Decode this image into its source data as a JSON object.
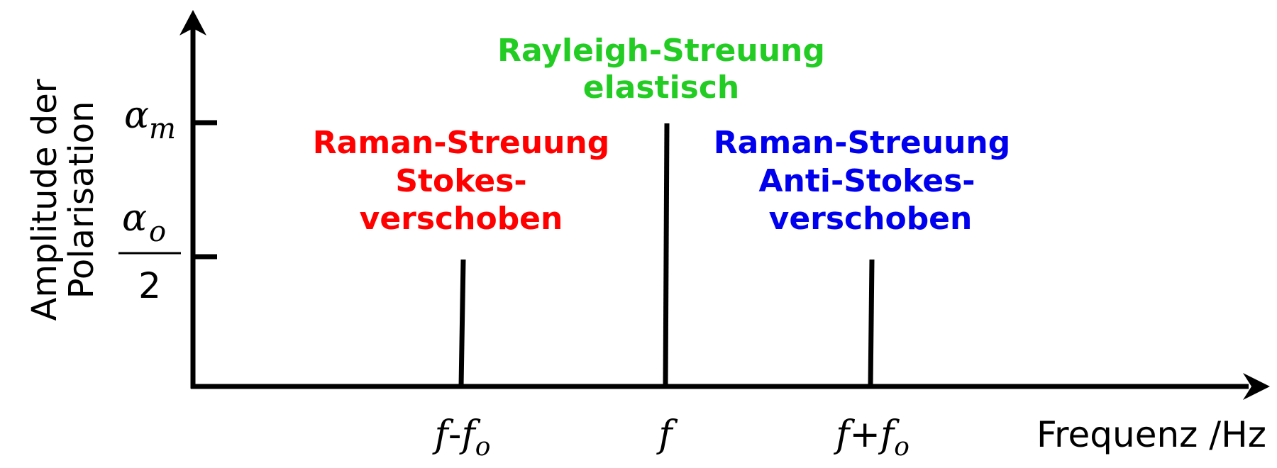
{
  "axes": {
    "y_label": [
      "Amplitude der",
      "Polarisation"
    ],
    "x_label": "Frequenz /Hz",
    "y_ticks": {
      "alpha_m": {
        "symbol": "α",
        "subscript": "m"
      },
      "alpha_o_half": {
        "symbol": "α",
        "subscript": "o",
        "denominator": "2"
      }
    },
    "x_ticks": {
      "minus": {
        "base": "f",
        "op": "-",
        "base2": "f",
        "subscript": "o"
      },
      "center": {
        "base": "f"
      },
      "plus": {
        "base": "f",
        "op": "+",
        "base2": "f",
        "subscript": "o"
      }
    }
  },
  "peaks": {
    "stokes": {
      "lines": [
        "Raman-Streuung",
        "Stokes-",
        "verschoben"
      ],
      "color": "#ff0000",
      "amplitude_level": "alpha_o_half"
    },
    "rayleigh": {
      "lines": [
        "Rayleigh-Streuung",
        "elastisch"
      ],
      "color": "#22cc22",
      "amplitude_level": "alpha_m"
    },
    "anti_stokes": {
      "lines": [
        "Raman-Streuung",
        "Anti-Stokes-",
        "verschoben"
      ],
      "color": "#0000ee",
      "amplitude_level": "alpha_o_half"
    }
  }
}
